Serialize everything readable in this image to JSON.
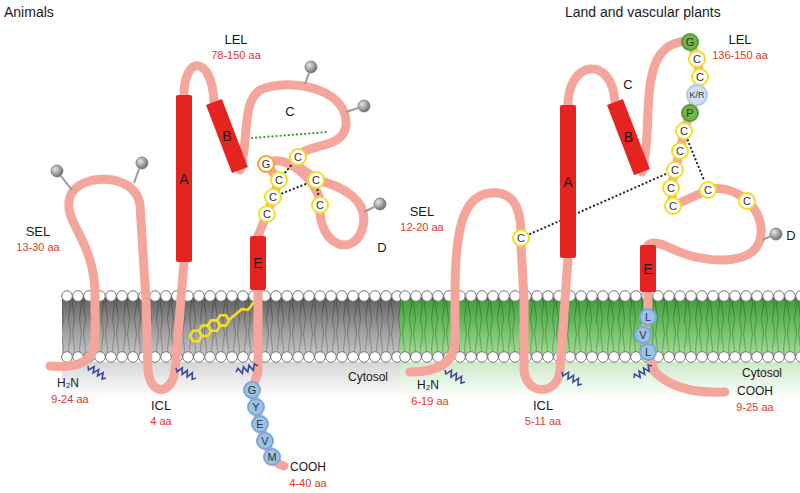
{
  "diagram": {
    "nodes": [
      {
        "text": [
          "A"
        ]
      },
      {
        "text": [
          "B"
        ]
      },
      {
        "text": [
          "E"
        ]
      },
      {
        "text": [
          "G"
        ]
      },
      {
        "text": [
          "C"
        ]
      },
      {
        "text": [
          "C"
        ]
      },
      {
        "text": [
          "C"
        ]
      },
      {
        "text": [
          "C"
        ]
      },
      {
        "text": [
          "C"
        ]
      },
      {
        "text": [
          "C"
        ]
      },
      {
        "text": [
          "G"
        ]
      },
      {
        "text": [
          "Y"
        ]
      },
      {
        "text": [
          "E"
        ]
      },
      {
        "text": [
          "V"
        ]
      },
      {
        "text": [
          "M"
        ]
      },
      {
        "text": [
          "C"
        ]
      },
      {
        "text": [
          "A"
        ]
      },
      {
        "text": [
          "B"
        ]
      },
      {
        "text": [
          "E"
        ]
      },
      {
        "text": [
          "G"
        ]
      },
      {
        "text": [
          "C"
        ]
      },
      {
        "text": [
          "C"
        ]
      },
      {
        "text": [
          "K/R"
        ]
      },
      {
        "text": [
          "P"
        ]
      },
      {
        "text": [
          "C"
        ]
      },
      {
        "text": [
          "C"
        ]
      },
      {
        "text": [
          "C"
        ]
      },
      {
        "text": [
          "C"
        ]
      },
      {
        "text": [
          "C"
        ]
      },
      {
        "text": [
          "C"
        ]
      },
      {
        "text": [
          "C"
        ]
      },
      {
        "text": [
          "L"
        ]
      },
      {
        "text": [
          "V"
        ]
      },
      {
        "text": [
          "L"
        ]
      }
    ],
    "edges": [
      {
        "from": 4,
        "to": 7,
        "arrow": "none"
      },
      {
        "from": 5,
        "to": 8,
        "arrow": "none"
      },
      {
        "from": 8,
        "to": 9,
        "arrow": "none"
      },
      {
        "from": 15,
        "to": 26,
        "arrow": "none"
      },
      {
        "from": 24,
        "to": 29,
        "arrow": "none"
      }
    ],
    "labels": [
      "Animals",
      "LEL",
      "78-150 aa",
      "C",
      "D",
      "SEL",
      "13-30 aa",
      "H₂N",
      "9-24 aa",
      "ICL",
      "4 aa",
      "Cytosol",
      "COOH",
      "4-40 aa",
      "Land and vascular plants",
      "LEL",
      "136-150 aa",
      "C",
      "D",
      "SEL",
      "12-20 aa",
      "Cytosol",
      "H₂N",
      "6-19 aa",
      "ICL",
      "5-11 aa",
      "COOH",
      "9-25 aa"
    ]
  }
}
